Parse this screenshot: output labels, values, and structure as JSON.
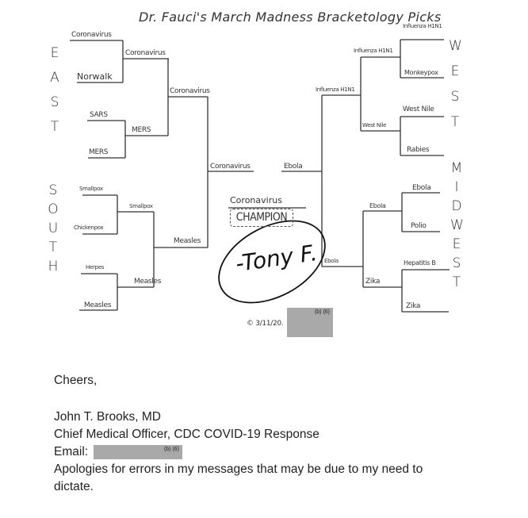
{
  "bracket": {
    "title": "Dr. Fauci's March Madness Bracketology Picks",
    "regions": {
      "east": "EAST",
      "south": "SOUTH",
      "west": "WEST",
      "midwest": "MIDWEST"
    },
    "east": {
      "round1": [
        "Coronavirus",
        "Norwalk",
        "SARS",
        "MERS"
      ],
      "round2": [
        "Coronavirus",
        "MERS"
      ],
      "round3": "Coronavirus"
    },
    "south": {
      "round1": [
        "Smallpox",
        "Chickenpox",
        "Herpes",
        "Measles"
      ],
      "round2": [
        "Smallpox",
        "Measles"
      ],
      "round3": "Measles"
    },
    "west": {
      "round1": [
        "Influenza H1N1",
        "Monkeypox",
        "West Nile",
        "Rabies"
      ],
      "round2": [
        "Influenza H1N1",
        "West Nile"
      ],
      "round3": "Influenza H1N1"
    },
    "midwest": {
      "round1": [
        "Ebola",
        "Polio",
        "Hepatitis B",
        "Zika"
      ],
      "round2": [
        "Ebola",
        "Zika"
      ],
      "round3": "Ebola"
    },
    "final_four": {
      "left": "Coronavirus",
      "right": "Ebola"
    },
    "champion": {
      "pick": "Coronavirus",
      "label": "CHAMPION"
    },
    "signature": "-Tony F.",
    "date": "© 3/11/20.",
    "redaction_label": "(b) (6)"
  },
  "email": {
    "closing": "Cheers,",
    "name": "John T. Brooks, MD",
    "title": "Chief Medical Officer, CDC COVID-19 Response",
    "email_label": "Email:",
    "redaction_label": "(b) (6)",
    "note": "Apologies for errors in my messages that may be due to my need to",
    "note_cont": "dictate."
  }
}
